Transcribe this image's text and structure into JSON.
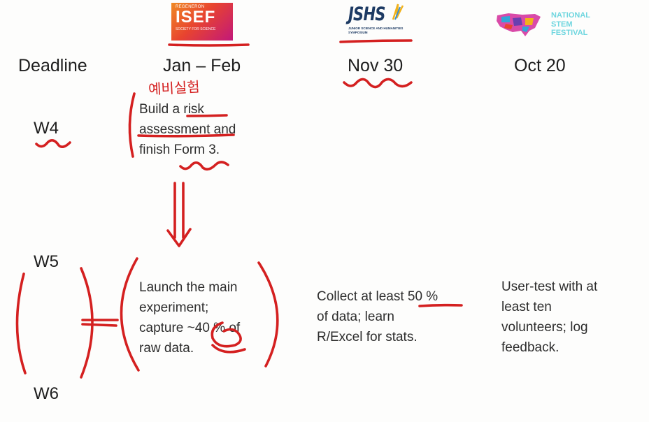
{
  "logos": {
    "isef": {
      "top": "REGENERON",
      "main": "ISEF",
      "sub": "SOCIETY FOR SCIENCE"
    },
    "jshs": {
      "main": "JSHS",
      "sub": "JUNIOR SCIENCE AND HUMANITIES SYMPOSIUM"
    },
    "stem": {
      "line1": "NATIONAL",
      "line2": "STEM",
      "line3": "FESTIVAL"
    }
  },
  "headers": {
    "deadline": "Deadline",
    "isef": "Jan – Feb",
    "jshs": "Nov 30",
    "stem": "Oct 20"
  },
  "weeks": {
    "w4": "W4",
    "w5": "W5",
    "w6": "W6"
  },
  "tasks": {
    "w4_isef": [
      "Build a risk",
      "assessment and",
      "finish Form 3."
    ],
    "w5_isef": [
      "Launch the main",
      "experiment;",
      "capture ~40 % of",
      "raw data."
    ],
    "w5_jshs": [
      "Collect at least 50 %",
      "of data; learn",
      "R/Excel for stats."
    ],
    "w5_stem": [
      "User-test with at",
      "least ten",
      "volunteers; log",
      "feedback."
    ]
  },
  "annotation": {
    "korean_note": "예비실험"
  },
  "colors": {
    "ink": "#d42020",
    "text": "#2d2d2d",
    "isef_orange": "#f08a24",
    "isef_magenta": "#c2187a",
    "jshs_navy": "#1d3a63",
    "stem_teal": "#6fd6df"
  }
}
